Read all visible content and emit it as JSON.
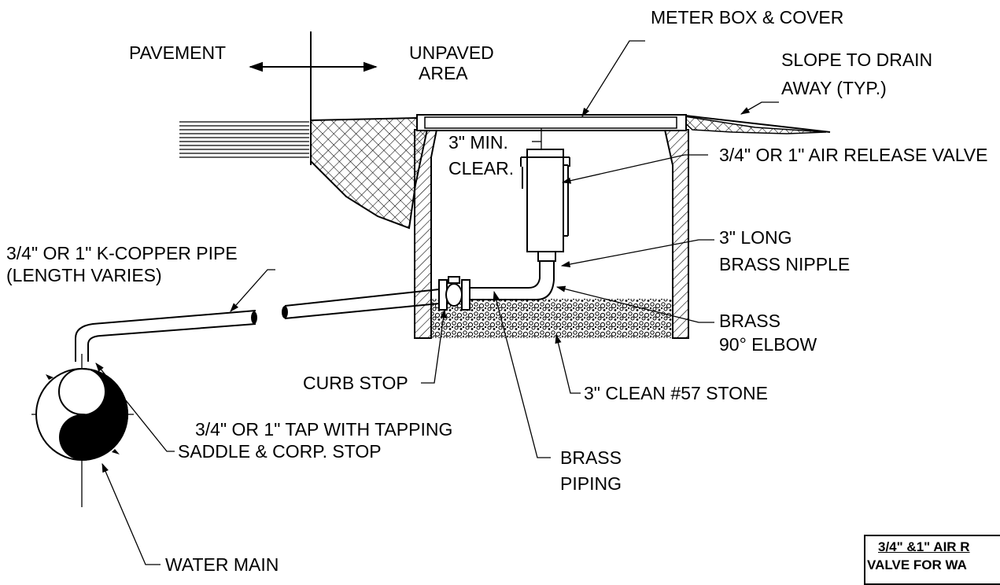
{
  "labels": {
    "pavement": "PAVEMENT",
    "unpaved_1": "UNPAVED",
    "unpaved_2": "AREA",
    "meter_box": "METER BOX & COVER",
    "slope_1": "SLOPE TO DRAIN",
    "slope_2": "AWAY (TYP.)",
    "min_clear_1": "3\" MIN.",
    "min_clear_2": "CLEAR.",
    "air_valve": "3/4\" OR 1\"  AIR RELEASE VALVE",
    "nipple_1": "3\" LONG",
    "nipple_2": "BRASS NIPPLE",
    "copper_1": "3/4\" OR 1\"  K-COPPER PIPE",
    "copper_2": "(LENGTH VARIES)",
    "elbow_1": "BRASS",
    "elbow_2": "90° ELBOW",
    "curb_stop": "CURB STOP",
    "stone": "3\" CLEAN #57 STONE",
    "tap_1": "3/4\" OR 1\" TAP WITH TAPPING",
    "tap_2": "SADDLE & CORP. STOP",
    "brass_piping_1": "BRASS",
    "brass_piping_2": "PIPING",
    "water_main": "WATER MAIN"
  },
  "title_block": {
    "line1": "3/4\" &1\" AIR R",
    "line2": "VALVE FOR WA"
  }
}
